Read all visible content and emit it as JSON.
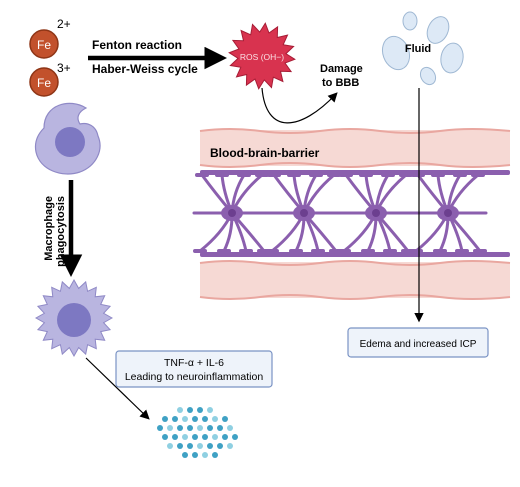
{
  "iron": {
    "symbol_1": "Fe",
    "charge_1": "2+",
    "symbol_2": "Fe",
    "charge_2": "3+"
  },
  "labels": {
    "fenton": "Fenton reaction",
    "haber_weiss": "Haber-Weiss cycle",
    "ros": "ROS (OH−)",
    "damage_line1": "Damage",
    "damage_line2": "to BBB",
    "fluid": "Fluid",
    "bbb": "Blood-brain-barrier",
    "phago_line1": "Macrophage",
    "phago_line2": "phagocytosis",
    "edema": "Edema and increased ICP",
    "cytokine_line1": "TNF-α + IL-6",
    "cytokine_line2": "Leading to neuroinflammation"
  },
  "colors": {
    "iron": "#c2512c",
    "ros": "#d8334f",
    "macrophage": "#b9b5e0",
    "macrophage_nucleus": "#7d78c2",
    "vessel": "#f6d9d4",
    "vessel_edge": "#e9a7a0",
    "astrocyte": "#8b5fae",
    "astrocyte_body": "#6c3f8f",
    "fluid": "#dde9f6",
    "dots": "#3fa1c4",
    "box_fill": "#eef3fa",
    "box_stroke": "#7a93c4"
  }
}
